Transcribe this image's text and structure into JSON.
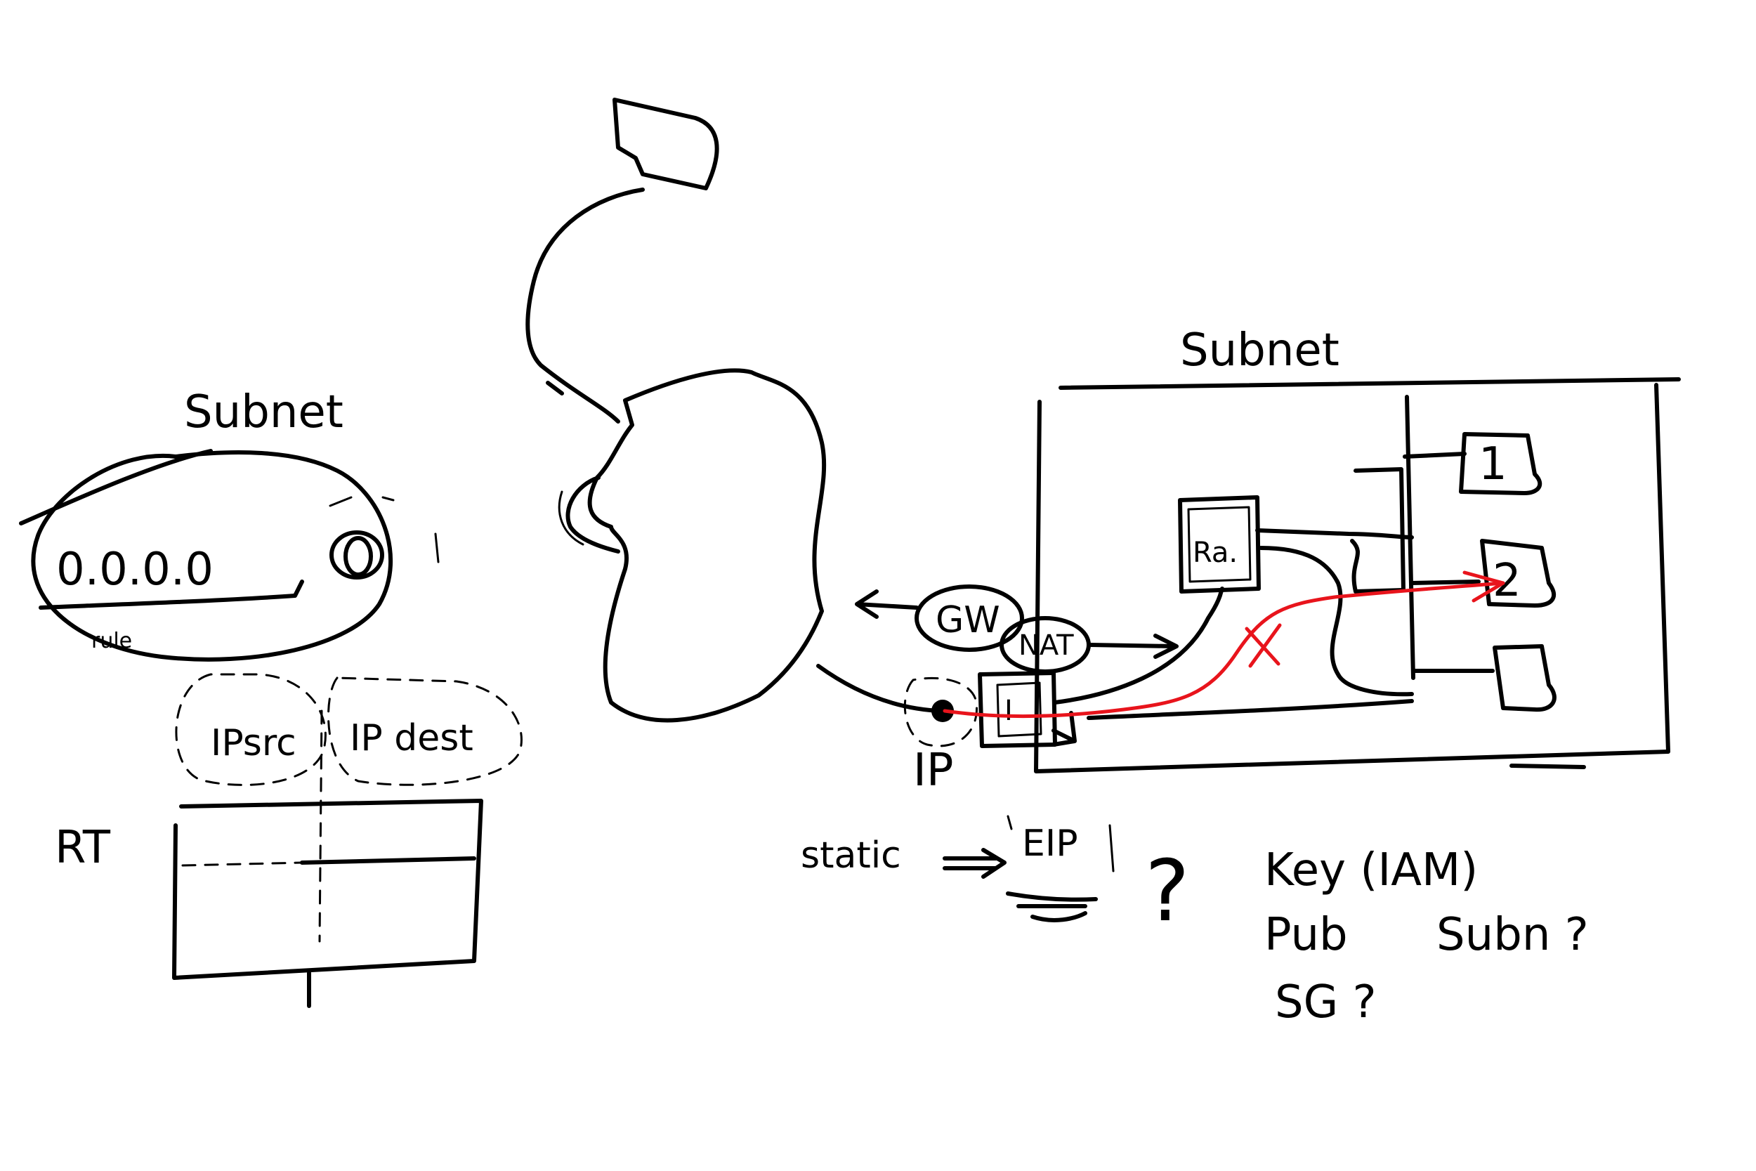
{
  "left_cluster": {
    "subnet_label": "Subnet",
    "cidr": "0.0.0.0",
    "cidr_note": "rule",
    "ip_source": "IPsrc",
    "ip_dest": "IP dest",
    "route_table_label": "RT"
  },
  "right_cluster": {
    "subnet_label": "Subnet",
    "gateway_label": "GW",
    "nat_label": "NAT",
    "router_label": "Ra.",
    "instance_label": "I",
    "ip_label": "IP",
    "static_label": "static",
    "eip_label": "EIP",
    "targets": [
      "1",
      "2"
    ]
  },
  "notes": {
    "question_mark": "?",
    "key_note": "Key (IAM)",
    "pub_note": "Pub",
    "subnet_question": "Subn ?",
    "sg_question": "SG ?"
  },
  "colors": {
    "ink": "#000000",
    "highlight": "#e8141c",
    "background": "#ffffff"
  }
}
